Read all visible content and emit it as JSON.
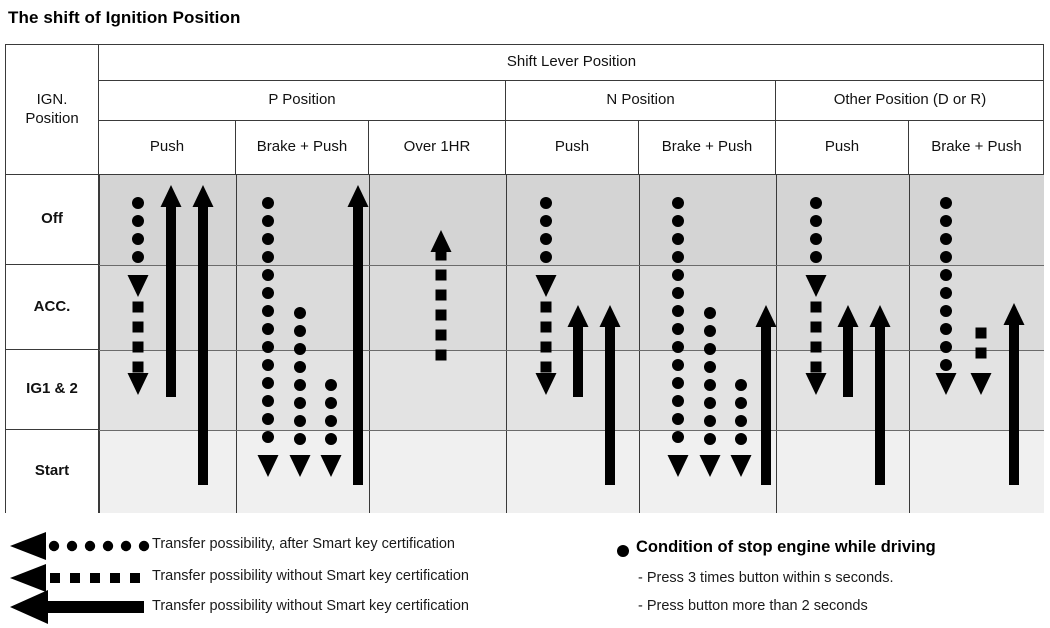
{
  "title": "The shift of Ignition Position",
  "table": {
    "corner_label": "IGN.\nPosition",
    "corner_line1": "IGN.",
    "corner_line2": "Position",
    "top_header": "Shift Lever Position",
    "groups": [
      {
        "label": "P Position",
        "span": 3
      },
      {
        "label": "N Position",
        "span": 2
      },
      {
        "label": "Other Position (D or R)",
        "span": 2
      }
    ],
    "columns": [
      "Push",
      "Brake + Push",
      "Over 1HR",
      "Push",
      "Brake + Push",
      "Push",
      "Brake + Push"
    ],
    "rows": [
      {
        "label": "Off",
        "bg": "#d4d4d4"
      },
      {
        "label": "ACC.",
        "bg": "#dbdbdb"
      },
      {
        "label": "IG1 & 2",
        "bg": "#e3e3e3"
      },
      {
        "label": "Start",
        "bg": "#f0f0f0"
      }
    ]
  },
  "chart_data": {
    "type": "diagram",
    "title": "The shift of Ignition Position",
    "row_states": [
      "Off",
      "ACC.",
      "IG1 & 2",
      "Start"
    ],
    "column_groups": [
      "P Position",
      "N Position",
      "Other Position (D or R)"
    ],
    "column_actions": [
      "Push",
      "Brake + Push",
      "Over 1HR",
      "Push",
      "Brake + Push",
      "Push",
      "Brake + Push"
    ],
    "transitions": [
      {
        "column": "P Position / Push",
        "style": "dotted",
        "from": "Off",
        "to": "ACC.",
        "direction": "down"
      },
      {
        "column": "P Position / Push",
        "style": "dashed",
        "from": "ACC.",
        "to": "IG1 & 2",
        "direction": "down"
      },
      {
        "column": "P Position / Push",
        "style": "solid",
        "from": "IG1 & 2",
        "to": "Off",
        "direction": "up"
      },
      {
        "column": "P Position / Push",
        "style": "solid",
        "from": "Start",
        "to": "Off",
        "direction": "up"
      },
      {
        "column": "P Position / Brake + Push",
        "style": "dotted",
        "from": "Off",
        "to": "Start",
        "direction": "down"
      },
      {
        "column": "P Position / Brake + Push",
        "style": "dotted",
        "from": "ACC.",
        "to": "Start",
        "direction": "down"
      },
      {
        "column": "P Position / Brake + Push",
        "style": "dotted",
        "from": "IG1 & 2",
        "to": "Start",
        "direction": "down"
      },
      {
        "column": "P Position / Brake + Push",
        "style": "solid",
        "from": "Start",
        "to": "Off",
        "direction": "up"
      },
      {
        "column": "P Position / Over 1HR",
        "style": "dashed",
        "from": "ACC.",
        "to": "Off",
        "direction": "up"
      },
      {
        "column": "N Position / Push",
        "style": "dotted",
        "from": "Off",
        "to": "ACC.",
        "direction": "down"
      },
      {
        "column": "N Position / Push",
        "style": "dashed",
        "from": "ACC.",
        "to": "IG1 & 2",
        "direction": "down"
      },
      {
        "column": "N Position / Push",
        "style": "solid",
        "from": "IG1 & 2",
        "to": "ACC.",
        "direction": "up"
      },
      {
        "column": "N Position / Push",
        "style": "solid",
        "from": "Start",
        "to": "ACC.",
        "direction": "up"
      },
      {
        "column": "N Position / Brake + Push",
        "style": "dotted",
        "from": "Off",
        "to": "Start",
        "direction": "down"
      },
      {
        "column": "N Position / Brake + Push",
        "style": "dotted",
        "from": "ACC.",
        "to": "Start",
        "direction": "down"
      },
      {
        "column": "N Position / Brake + Push",
        "style": "dotted",
        "from": "IG1 & 2",
        "to": "Start",
        "direction": "down"
      },
      {
        "column": "N Position / Brake + Push",
        "style": "solid",
        "from": "Start",
        "to": "ACC.",
        "direction": "up"
      },
      {
        "column": "Other Position / Push",
        "style": "dotted",
        "from": "Off",
        "to": "ACC.",
        "direction": "down"
      },
      {
        "column": "Other Position / Push",
        "style": "dashed",
        "from": "ACC.",
        "to": "IG1 & 2",
        "direction": "down"
      },
      {
        "column": "Other Position / Push",
        "style": "solid",
        "from": "IG1 & 2",
        "to": "ACC.",
        "direction": "up"
      },
      {
        "column": "Other Position / Push",
        "style": "solid",
        "from": "Start",
        "to": "ACC.",
        "direction": "up"
      },
      {
        "column": "Other Position / Brake + Push",
        "style": "dotted",
        "from": "Off",
        "to": "IG1 & 2",
        "direction": "down"
      },
      {
        "column": "Other Position / Brake + Push",
        "style": "dashed",
        "from": "ACC.",
        "to": "IG1 & 2",
        "direction": "down"
      },
      {
        "column": "Other Position / Brake + Push",
        "style": "solid",
        "from": "Start",
        "to": "ACC.",
        "direction": "up"
      }
    ]
  },
  "legend": {
    "items": [
      {
        "glyph": "dotted-arrow-left",
        "text": "Transfer possibility, after Smart key certification"
      },
      {
        "glyph": "dashed-arrow-left",
        "text": "Transfer possibility without Smart key certification"
      },
      {
        "glyph": "solid-arrow-left",
        "text": "Transfer possibility without Smart key certification"
      }
    ],
    "condition": {
      "heading": "Condition of stop engine while driving",
      "lines": [
        "- Press 3 times button within s seconds.",
        "- Press button more than 2 seconds"
      ]
    }
  },
  "colors": {
    "border": "#3a3a3a",
    "ink": "#000000",
    "row_off": "#d4d4d4",
    "row_acc": "#dbdbdb",
    "row_ig": "#e3e3e3",
    "row_start": "#f0f0f0"
  }
}
